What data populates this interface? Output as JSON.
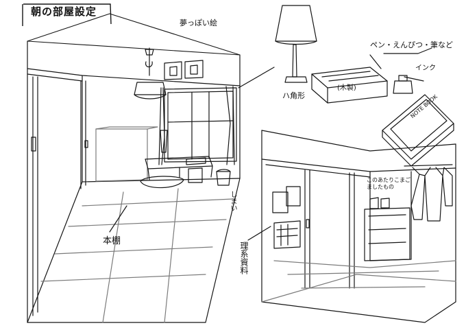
{
  "title": "朝の部屋設定",
  "labels": {
    "painting": "夢っぽい絵",
    "pens": "ペン・えんぴつ・筆など",
    "ink": "インク",
    "book_box": "(木製)",
    "lamp": "ハ角形",
    "note_book": "NOTE BOOK",
    "closet_note": "このあたりこまごましたもの",
    "side_note": "しまい",
    "bookshelf": "本棚",
    "science": "理系資料"
  },
  "colors": {
    "ink": "#151515",
    "hatch": "#7a7a7a",
    "paper": "#ffffff"
  }
}
